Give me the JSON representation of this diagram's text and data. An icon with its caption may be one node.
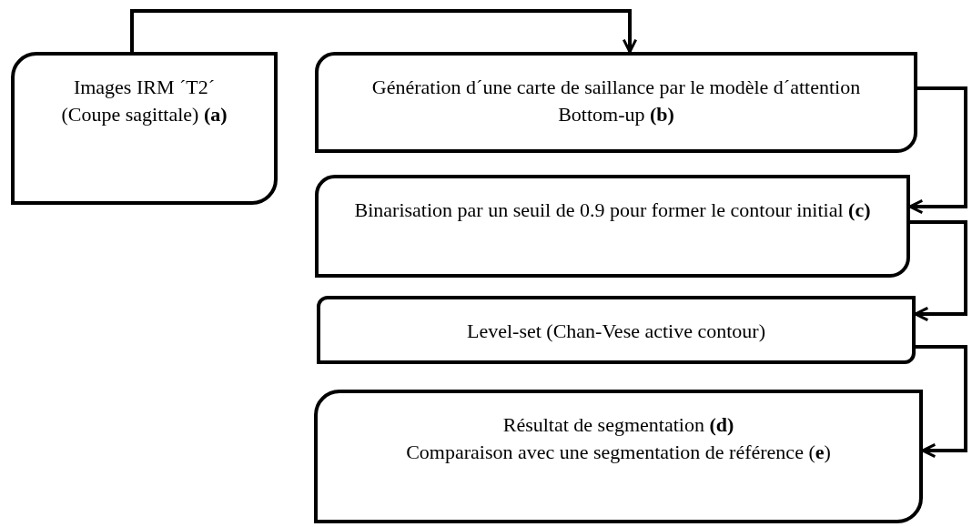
{
  "diagram": {
    "nodes": [
      {
        "text": [
          "Images IRM ´T2´ (Coupe sagittale) **(a)**"
        ]
      },
      {
        "text": [
          "Génération d´une carte de saillance par le modèle d´attention Bottom-up **(b)**"
        ]
      },
      {
        "text": [
          "Binarisation par un seuil de 0.9 pour former le contour initial **(c)**"
        ]
      },
      {
        "text": [
          "Level-set (Chan-Vese active contour)"
        ]
      },
      {
        "text": [
          "Résultat de segmentation **(d)**",
          "Comparaison avec une segmentation de référence (**e**)"
        ]
      }
    ],
    "edges": [
      {
        "from": 0,
        "to": 1,
        "arrow": "to"
      },
      {
        "from": 1,
        "to": 2,
        "arrow": "to"
      },
      {
        "from": 2,
        "to": 3,
        "arrow": "to"
      },
      {
        "from": 3,
        "to": 4,
        "arrow": "to"
      }
    ]
  }
}
